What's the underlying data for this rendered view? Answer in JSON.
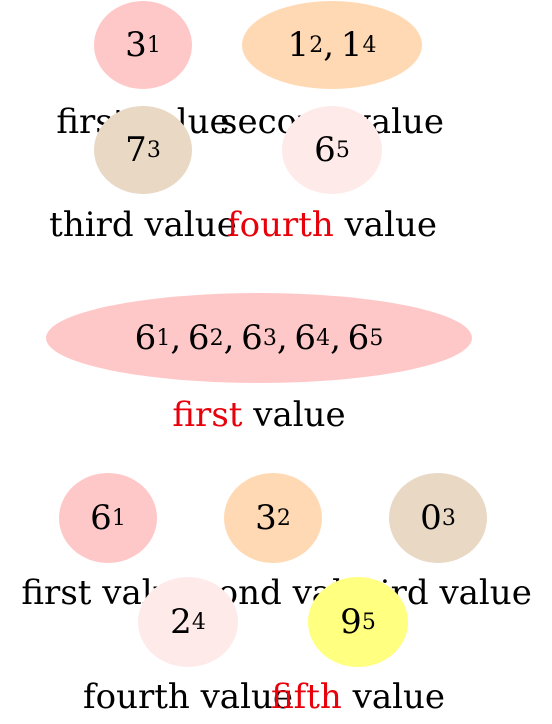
{
  "colors": {
    "pink": "#ffc8c8",
    "orange": "#ffd9b3",
    "tan": "#e8d8c4",
    "light_pink": "#ffeaea",
    "yellow": "#ffff80",
    "highlight": "#e8000b"
  },
  "groups": [
    {
      "nodes": [
        {
          "color": "pink",
          "terms": [
            {
              "v": "3",
              "s": "1"
            }
          ],
          "label": {
            "hl": "",
            "rest": "first value"
          }
        },
        {
          "color": "orange",
          "terms": [
            {
              "v": "1",
              "s": "2"
            },
            {
              "v": "1",
              "s": "4"
            }
          ],
          "label": {
            "hl": "",
            "rest": "second value"
          }
        },
        {
          "color": "tan",
          "terms": [
            {
              "v": "7",
              "s": "3"
            }
          ],
          "label": {
            "hl": "",
            "rest": "third value"
          }
        },
        {
          "color": "light_pink",
          "terms": [
            {
              "v": "6",
              "s": "5"
            }
          ],
          "label": {
            "hl": "fourth",
            "rest": " value"
          }
        }
      ]
    },
    {
      "nodes": [
        {
          "color": "pink",
          "terms": [
            {
              "v": "6",
              "s": "1"
            },
            {
              "v": "6",
              "s": "2"
            },
            {
              "v": "6",
              "s": "3"
            },
            {
              "v": "6",
              "s": "4"
            },
            {
              "v": "6",
              "s": "5"
            }
          ],
          "label": {
            "hl": "first",
            "rest": " value"
          }
        }
      ]
    },
    {
      "nodes": [
        {
          "color": "pink",
          "terms": [
            {
              "v": "6",
              "s": "1"
            }
          ],
          "label": {
            "hl": "",
            "rest": "first value"
          }
        },
        {
          "color": "orange",
          "terms": [
            {
              "v": "3",
              "s": "2"
            }
          ],
          "label": {
            "hl": "",
            "rest": "second value"
          }
        },
        {
          "color": "tan",
          "terms": [
            {
              "v": "0",
              "s": "3"
            }
          ],
          "label": {
            "hl": "",
            "rest": "third value"
          }
        },
        {
          "color": "light_pink",
          "terms": [
            {
              "v": "2",
              "s": "4"
            }
          ],
          "label": {
            "hl": "",
            "rest": "fourth value"
          }
        },
        {
          "color": "yellow",
          "terms": [
            {
              "v": "9",
              "s": "5"
            }
          ],
          "label": {
            "hl": "fifth",
            "rest": " value"
          }
        }
      ]
    }
  ]
}
